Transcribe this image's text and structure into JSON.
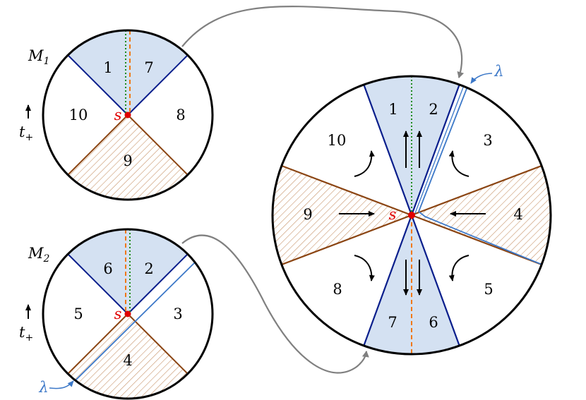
{
  "colors": {
    "blue_region": "#d4e1f2",
    "navy_line": "#0a1e8c",
    "brown_line": "#8b4513",
    "hatch": "#c8956b",
    "green_dotted": "#1e8c1e",
    "orange_dashed": "#f07814",
    "lambda_line": "#3c78c8",
    "arrow_gray": "#808080",
    "point_red": "#e00000"
  },
  "m1": {
    "label": "M",
    "label_sub": "1",
    "time_label": "t",
    "time_sub": "+",
    "point_label": "s",
    "regions": {
      "r1": "1",
      "r7": "7",
      "r8": "8",
      "r9": "9",
      "r10": "10"
    }
  },
  "m2": {
    "label": "M",
    "label_sub": "2",
    "time_label": "t",
    "time_sub": "+",
    "point_label": "s",
    "lambda_label": "λ",
    "regions": {
      "r6": "6",
      "r2": "2",
      "r3": "3",
      "r4": "4",
      "r5": "5"
    }
  },
  "combined": {
    "point_label": "s",
    "lambda_label": "λ",
    "regions": {
      "r1": "1",
      "r2": "2",
      "r3": "3",
      "r4": "4",
      "r5": "5",
      "r6": "6",
      "r7": "7",
      "r8": "8",
      "r9": "9",
      "r10": "10"
    }
  }
}
